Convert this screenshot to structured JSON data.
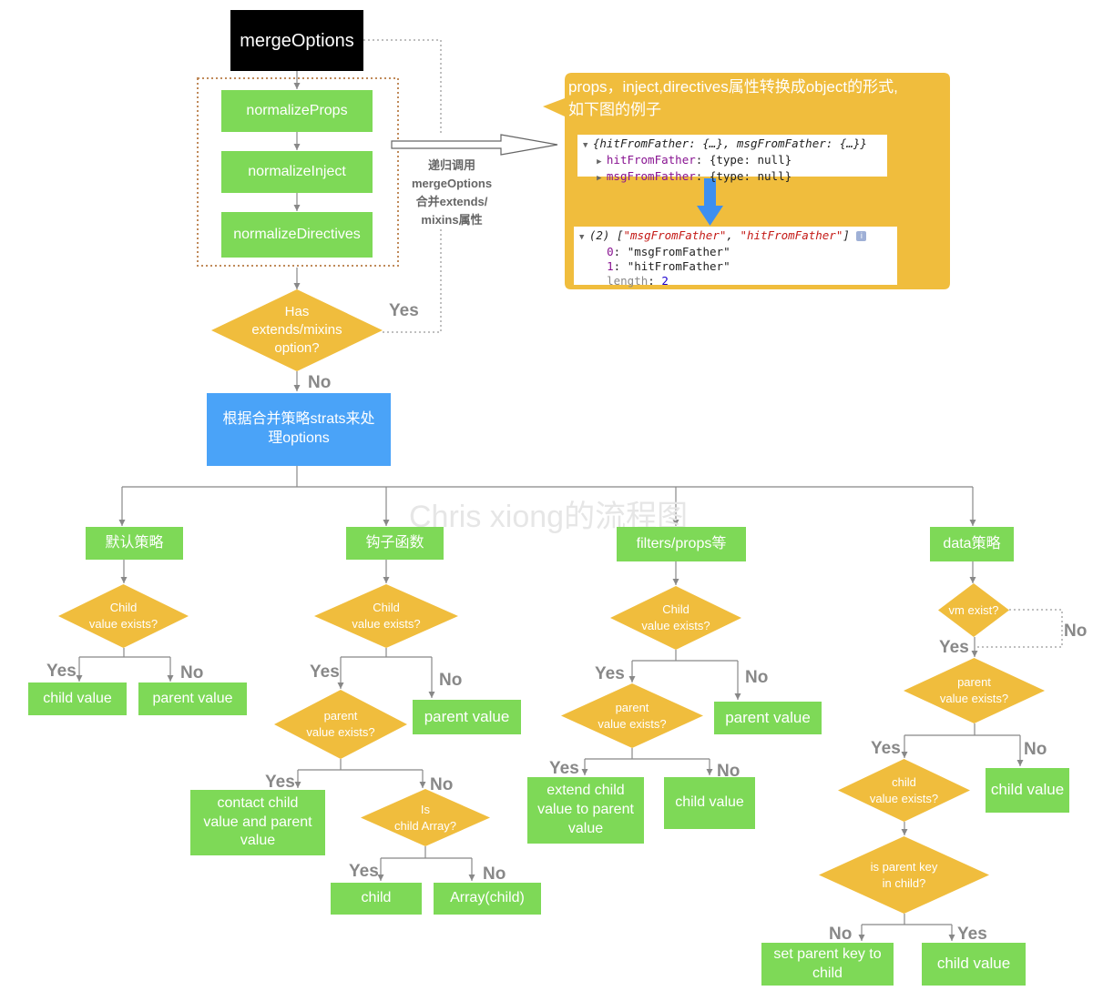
{
  "watermark": "Chris xiong的流程图",
  "top": {
    "merge_options": "mergeOptions",
    "normalize_props": "normalizeProps",
    "normalize_inject": "normalizeInject",
    "normalize_directives": "normalizeDirectives",
    "recursion_note": "递归调用\nmergeOptions\n合并extends/\nmixins属性",
    "decision_extends": "Has\nextends/mixins\noption?",
    "yes_label": "Yes",
    "no_label": "No",
    "process_options": "根据合并策略strats来处\n理options"
  },
  "callout": {
    "text": "props，inject,directives属性转换成object的形式,\n如下图的例子",
    "console_object": {
      "header_key1": "hitFromFather",
      "header_key2": "msgFromFather",
      "header_open": "{",
      "header_ellipsis": "{…}",
      "header_close": "}",
      "row1_key": "hitFromFather",
      "row2_key": "msgFromFather",
      "row_value": "{type: null}"
    },
    "console_array": {
      "header_count": "(2)",
      "items": [
        "msgFromFather",
        "hitFromFather"
      ],
      "length_label": "length",
      "length_value": "2"
    }
  },
  "strategies": {
    "default": {
      "title": "默认策略",
      "question": "Child\nvalue exists?",
      "yes": "Yes",
      "no": "No",
      "yes_result": "child value",
      "no_result": "parent value"
    },
    "hook": {
      "title": "钩子函数",
      "question": "Child\nvalue exists?",
      "yes": "Yes",
      "no": "No",
      "no_result": "parent value",
      "parent_question": "parent\nvalue exists?",
      "parent_yes": "Yes",
      "parent_no": "No",
      "concat_result": "contact child\nvalue and parent\nvalue",
      "array_question": "Is\nchild Array?",
      "array_yes": "Yes",
      "array_no": "No",
      "array_yes_result": "child",
      "array_no_result": "Array(child)"
    },
    "filters": {
      "title": "filters/props等",
      "question": "Child\nvalue exists?",
      "yes": "Yes",
      "no": "No",
      "no_result": "parent value",
      "parent_question": "parent\nvalue exists?",
      "parent_yes": "Yes",
      "parent_no": "No",
      "extend_result": "extend child\nvalue to parent\nvalue",
      "child_result": "child value"
    },
    "data": {
      "title": "data策略",
      "vm_question": "vm exist?",
      "vm_yes": "Yes",
      "vm_no": "No",
      "parent_question": "parent\nvalue exists?",
      "parent_yes": "Yes",
      "parent_no": "No",
      "parent_no_result": "child value",
      "child_question": "child\nvalue exists?",
      "key_question": "is parent key\nin child?",
      "key_no": "No",
      "key_yes": "Yes",
      "key_no_result": "set parent key to\nchild",
      "key_yes_result": "child value"
    }
  },
  "colors": {
    "green": "#7ed957",
    "yellow": "#f0bd3d",
    "blue": "#4aa3f8",
    "black": "#000000",
    "connector": "#888888",
    "dotted_brown": "#c08a5a",
    "arrow_blue": "#3d8ff0"
  }
}
